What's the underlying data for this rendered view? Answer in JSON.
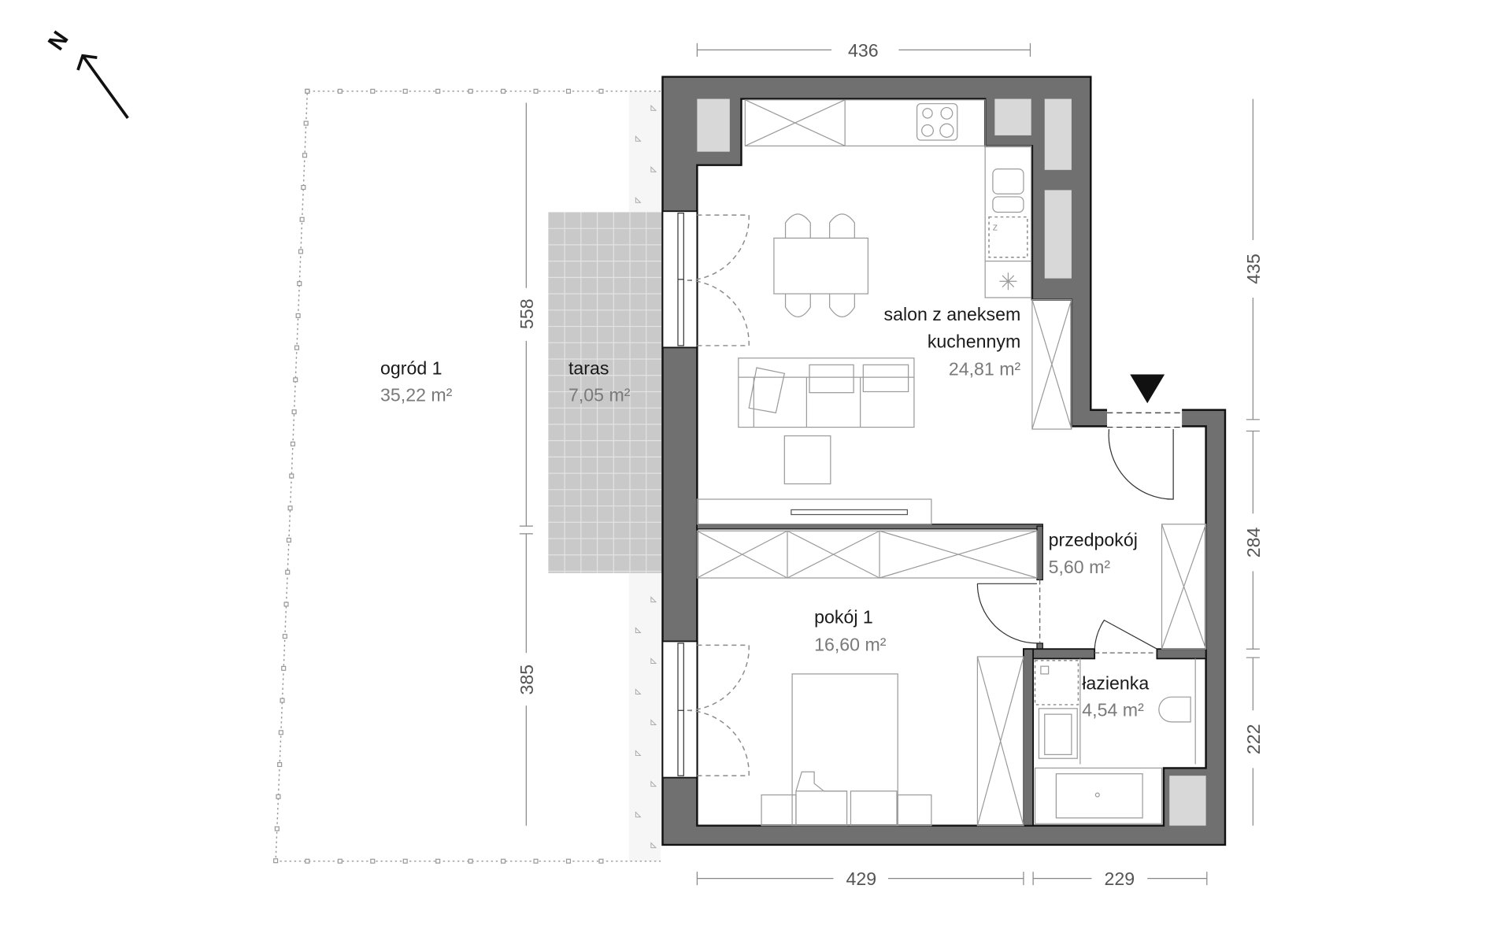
{
  "compass": {
    "label": "N"
  },
  "rooms": {
    "salon": {
      "name_line1": "salon z aneksem",
      "name_line2": "kuchennym",
      "area": "24,81 m²"
    },
    "przedpokoj": {
      "name": "przedpokój",
      "area": "5,60 m²"
    },
    "pokoj": {
      "name": "pokój 1",
      "area": "16,60 m²"
    },
    "lazienka": {
      "name": "łazienka",
      "area": "4,54 m²"
    },
    "taras": {
      "name": "taras",
      "area": "7,05 m²"
    },
    "ogrod": {
      "name": "ogród 1",
      "area": "35,22 m²"
    }
  },
  "dimensions": {
    "top": "436",
    "right_upper": "435",
    "right_middle": "284",
    "right_lower": "222",
    "left_upper": "558",
    "left_lower": "385",
    "bottom_left": "429",
    "bottom_right": "229"
  },
  "colors": {
    "wall": "#707070",
    "shaft": "#d8d8d8",
    "terrace": "#c9c9c9"
  }
}
